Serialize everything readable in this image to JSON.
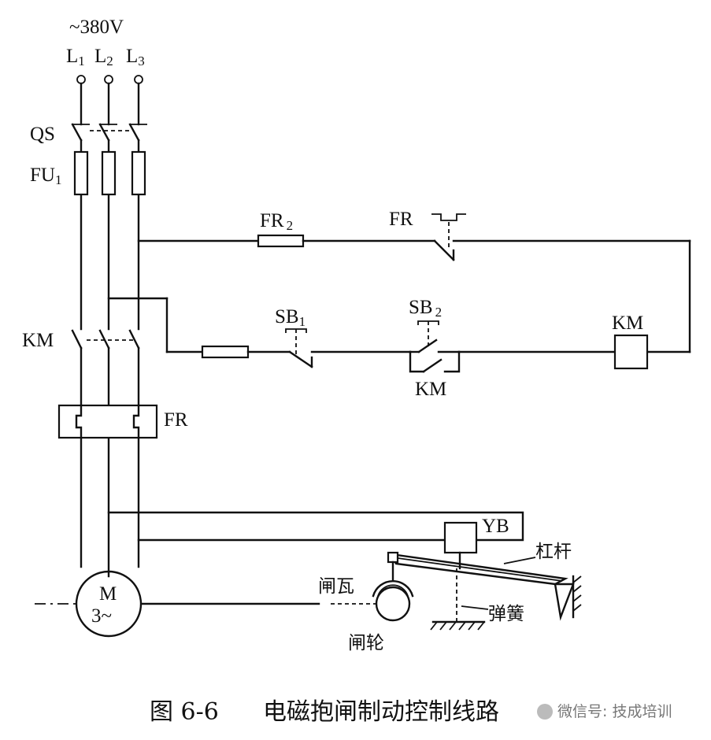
{
  "supply": {
    "voltage": "~380V",
    "phases": [
      {
        "letter": "L",
        "sub": "1"
      },
      {
        "letter": "L",
        "sub": "2"
      },
      {
        "letter": "L",
        "sub": "3"
      }
    ]
  },
  "labels": {
    "qs": "QS",
    "fu1": {
      "main": "FU",
      "sub": "1"
    },
    "fr2": {
      "main": "FR",
      "sub": "2"
    },
    "fr_contact": "FR",
    "km_main": "KM",
    "sb1": {
      "main": "SB",
      "sub": "1"
    },
    "sb2": {
      "main": "SB",
      "sub": "2"
    },
    "km_hold": "KM",
    "km_coil": "KM",
    "fr_relay": "FR",
    "yb": "YB",
    "motor_m": "M",
    "motor_phase": "3~"
  },
  "mechanism": {
    "lever": "杠杆",
    "brake_shoe": "闸瓦",
    "spring": "弹簧",
    "brake_wheel": "闸轮"
  },
  "caption": {
    "number": "图 6-6",
    "title": "电磁抱闸制动控制线路"
  },
  "watermark": "微信号: 技成培训"
}
